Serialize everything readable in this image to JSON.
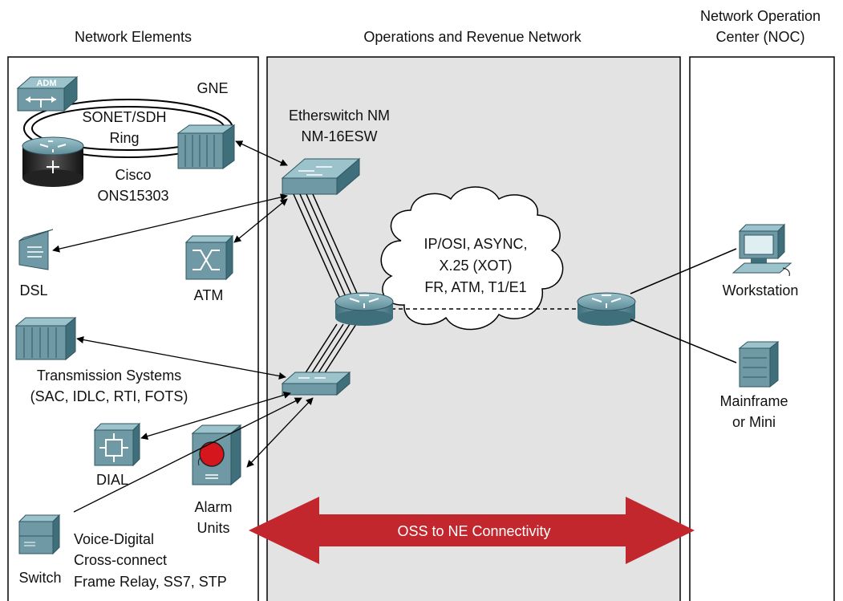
{
  "headers": {
    "left": "Network Elements",
    "middle": "Operations and Revenue Network",
    "right_line1": "Network Operation",
    "right_line2": "Center (NOC)"
  },
  "labels": {
    "adm": "ADM",
    "gne": "GNE",
    "ring_line1": "SONET/SDH",
    "ring_line2": "Ring",
    "cisco_line1": "Cisco",
    "cisco_line2": "ONS15303",
    "etherswitch_line1": "Etherswitch NM",
    "etherswitch_line2": "NM-16ESW",
    "dsl": "DSL",
    "atm": "ATM",
    "transmission_line1": "Transmission Systems",
    "transmission_line2": "(SAC, IDLC, RTI, FOTS)",
    "dial": "DIAL",
    "alarm_line1": "Alarm",
    "alarm_line2": "Units",
    "switch": "Switch",
    "voice_line1": "Voice-Digital",
    "voice_line2": "Cross-connect",
    "voice_line3": "Frame Relay, SS7, STP",
    "cloud_line1": "IP/OSI, ASYNC,",
    "cloud_line2": "X.25 (XOT)",
    "cloud_line3": "FR, ATM, T1/E1",
    "workstation": "Workstation",
    "mainframe_line1": "Mainframe",
    "mainframe_line2": "or Mini",
    "oss_arrow": "OSS to NE Connectivity"
  },
  "colors": {
    "middle_panel": "#e3e3e3",
    "device_teal": "#6f9aa5",
    "device_teal_dark": "#3f6f7b",
    "oss_arrow": "#c1272d",
    "alarm_red": "#d6161d"
  }
}
